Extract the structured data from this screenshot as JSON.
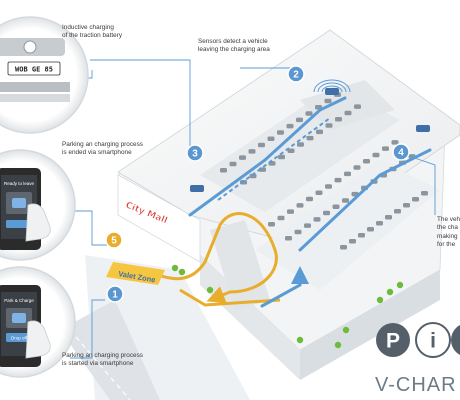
{
  "captions": {
    "c1": [
      "Inductive charging",
      "of the traction battery"
    ],
    "c2": [
      "Sensors detect a vehicle",
      "leaving the charging area"
    ],
    "c3": [
      "Parking an charging process",
      "is ended via smartphone"
    ],
    "c4": [
      "The veh",
      "the cha",
      "making",
      "for the"
    ],
    "c5": [
      "Parking an charging process",
      "is started via smartphone"
    ]
  },
  "steps": [
    "1",
    "2",
    "3",
    "4",
    "5"
  ],
  "plate_text": "WOB GE 85",
  "building_sign": "City Mall",
  "zone_sign": "Valet Zone",
  "phone_top_label": "Ready to leave",
  "phone_bottom_label": "Park & Charge",
  "phone_bottom_button": "Drop off",
  "logo_letters": [
    "P",
    "i"
  ],
  "brand": "V-CHAR",
  "colors": {
    "accent_blue": "#5b9bd5",
    "path_yellow": "#e8ad2a",
    "badge_blue": "#5a96d0",
    "step5": "#e8ad2a",
    "logo_dark": "#555f6a",
    "sign_red": "#d9352b",
    "green": "#6dbb3a"
  }
}
